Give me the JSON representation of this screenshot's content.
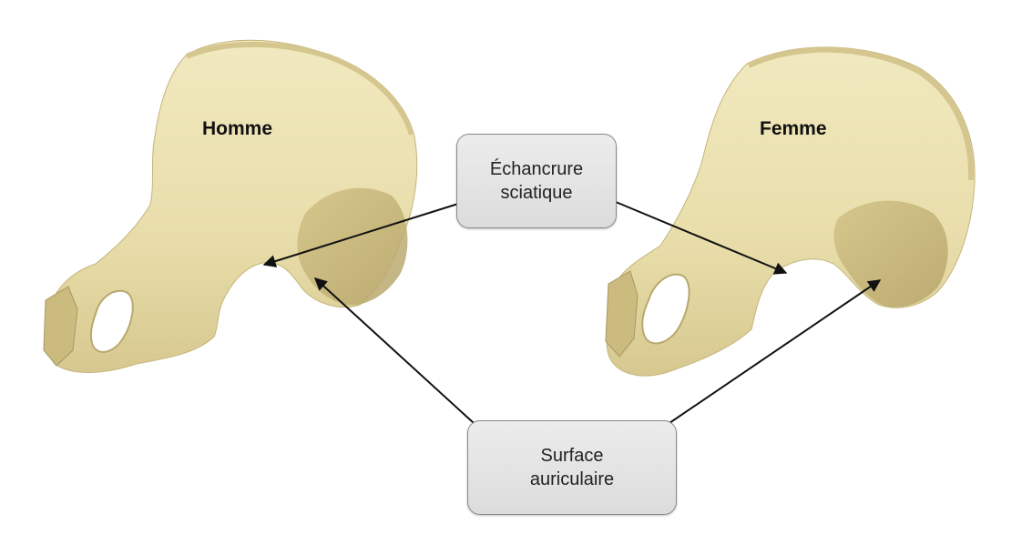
{
  "labels": {
    "left_bone": "Homme",
    "right_bone": "Femme"
  },
  "callouts": {
    "sciatic_notch": {
      "line1": "Échancrure",
      "line2": "sciatique"
    },
    "auricular_surface": {
      "line1": "Surface",
      "line2": "auriculaire"
    }
  },
  "colors": {
    "bone": "#ece3b4",
    "bone_shadow": "#c9b97c",
    "bone_dark": "#a8985e",
    "arrow": "#111111",
    "callout_fill": "#e3e3e3",
    "callout_border": "#8a8a8a"
  }
}
